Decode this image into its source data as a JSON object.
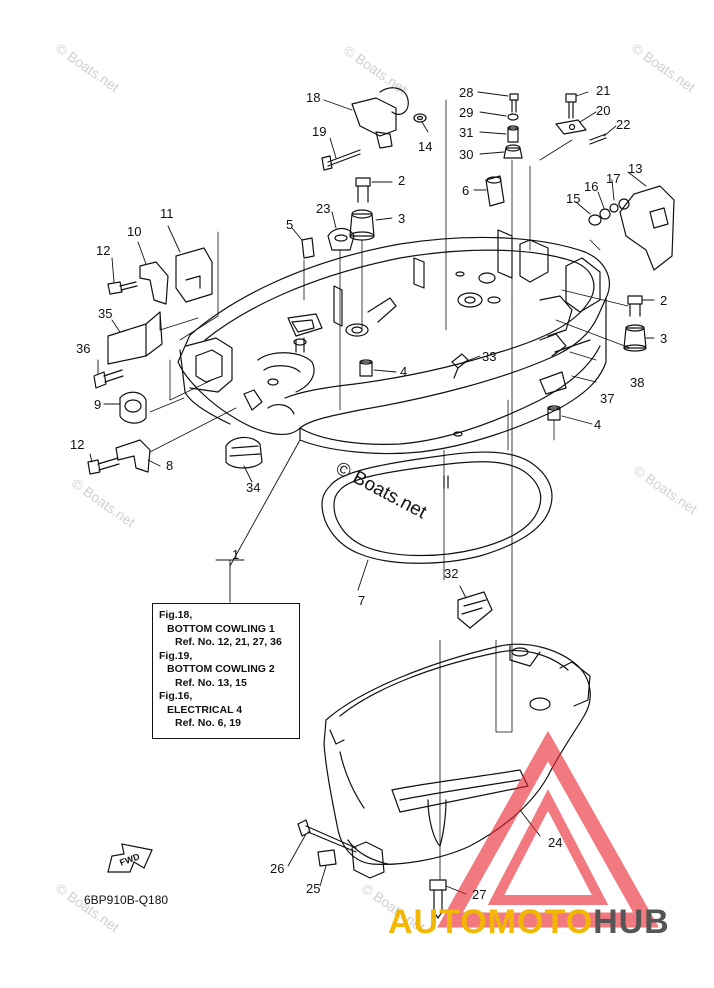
{
  "diagram": {
    "code": "6BP910B-Q180",
    "fwd_label": "FWD",
    "center_watermark": "© Boats.net",
    "watermark_text": "© Boats.net",
    "notes": {
      "fig18": "Fig.18,",
      "fig18_title": "BOTTOM COWLING 1",
      "fig18_ref": "Ref. No. 12, 21, 27, 36",
      "fig19": "Fig.19,",
      "fig19_title": "BOTTOM COWLING 2",
      "fig19_ref": "Ref. No. 13, 15",
      "fig16": "Fig.16,",
      "fig16_title": "ELECTRICAL 4",
      "fig16_ref": "Ref. No. 6, 19"
    },
    "parts": {
      "p1": "1",
      "p2a": "2",
      "p2b": "2",
      "p3a": "3",
      "p3b": "3",
      "p4a": "4",
      "p4b": "4",
      "p5": "5",
      "p6": "6",
      "p7": "7",
      "p8": "8",
      "p9": "9",
      "p10": "10",
      "p11": "11",
      "p12a": "12",
      "p12b": "12",
      "p13": "13",
      "p14": "14",
      "p15": "15",
      "p16": "16",
      "p17": "17",
      "p18": "18",
      "p19": "19",
      "p20": "20",
      "p21": "21",
      "p22": "22",
      "p23": "23",
      "p24": "24",
      "p25": "25",
      "p26": "26",
      "p27": "27",
      "p28": "28",
      "p29": "29",
      "p30": "30",
      "p31": "31",
      "p32": "32",
      "p33": "33",
      "p34": "34",
      "p35": "35",
      "p36": "36",
      "p37": "37",
      "p38": "38"
    }
  },
  "brand": {
    "part_a": "AUTOMOTO",
    "part_b": "HUB",
    "color_a": "#f2b705",
    "color_b": "#555555",
    "triangle_color": "#e8212b"
  }
}
